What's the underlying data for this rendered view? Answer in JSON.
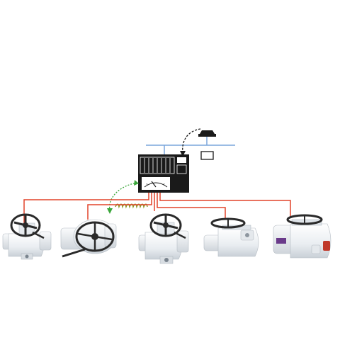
{
  "diagram": {
    "description_nodes": [
      {
        "id": "control-cabinet",
        "icon": "control-cabinet-icon"
      },
      {
        "id": "network-node",
        "icon": "network-node-icon"
      },
      {
        "id": "remote-station",
        "icon": "small-box-icon"
      },
      {
        "id": "actuator-1",
        "icon": "valve-actuator-icon"
      },
      {
        "id": "actuator-2",
        "icon": "valve-actuator-icon"
      },
      {
        "id": "actuator-3",
        "icon": "valve-actuator-icon"
      },
      {
        "id": "actuator-4",
        "icon": "valve-actuator-icon"
      },
      {
        "id": "actuator-5",
        "icon": "valve-actuator-icon"
      }
    ],
    "colors": {
      "bus_wire": "#e2432a",
      "network_line": "#7aa6dc",
      "wireless_link": "#3aa63a",
      "spiral_cable": "#8a9b2a",
      "cabinet": "#1a1a1a",
      "actuator_body": "#f2f4f6",
      "handwheel": "#2a2a2a",
      "accent_purple": "#6a3a8a",
      "accent_red": "#c0392b"
    }
  }
}
